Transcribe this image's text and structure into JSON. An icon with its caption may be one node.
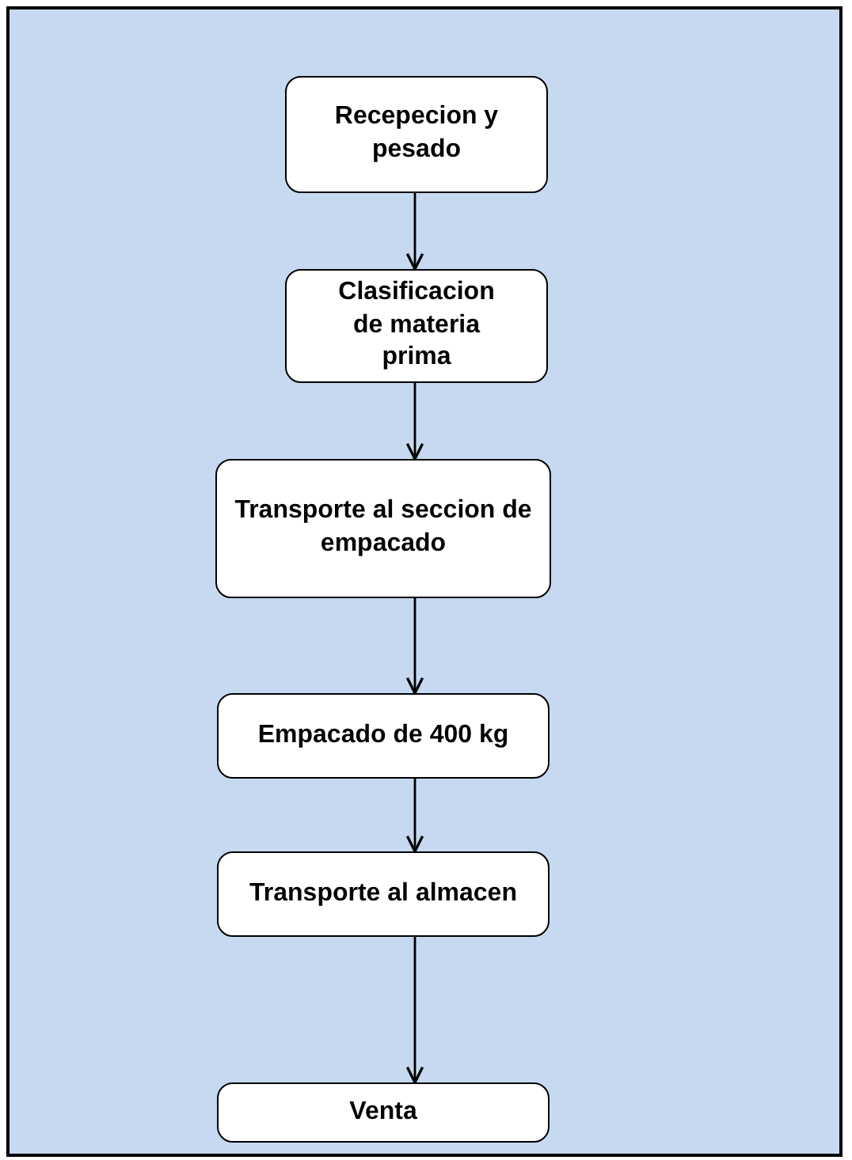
{
  "diagram": {
    "nodes": [
      {
        "text": [
          "Recepecion y pesado"
        ]
      },
      {
        "text": [
          "Clasificacion de materia prima"
        ]
      },
      {
        "text": [
          "Transporte al seccion de empacado"
        ]
      },
      {
        "text": [
          "Empacado de 400 kg"
        ]
      },
      {
        "text": [
          "Transporte al almacen"
        ]
      },
      {
        "text": [
          "Venta"
        ]
      }
    ],
    "edges": [
      {
        "from": 0,
        "to": 1,
        "arrow": "to"
      },
      {
        "from": 1,
        "to": 2,
        "arrow": "to"
      },
      {
        "from": 2,
        "to": 3,
        "arrow": "to"
      },
      {
        "from": 3,
        "to": 4,
        "arrow": "to"
      },
      {
        "from": 4,
        "to": 5,
        "arrow": "to"
      }
    ]
  }
}
